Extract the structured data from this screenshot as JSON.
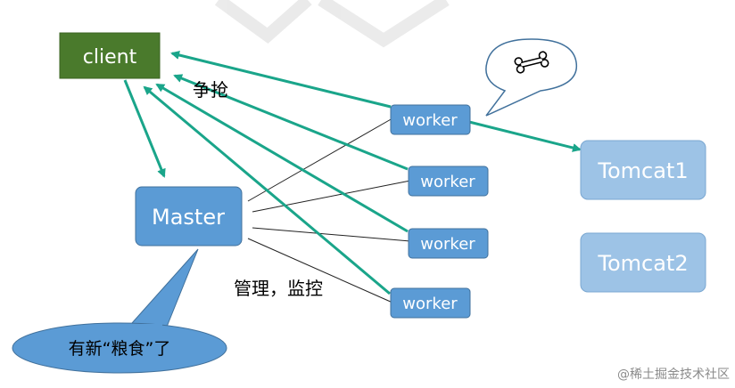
{
  "nodes": {
    "client": "client",
    "master": "Master",
    "worker_1": "worker",
    "worker_2": "worker",
    "worker_3": "worker",
    "worker_4": "worker",
    "tomcat1": "Tomcat1",
    "tomcat2": "Tomcat2"
  },
  "labels": {
    "compete": "争抢",
    "manage": "管理，监控",
    "new_food": "有新“粮食”了"
  },
  "watermark": "@稀土掘金技术社区",
  "colors": {
    "client_fill": "#4a7a2c",
    "node_fill": "#5b9bd5",
    "tomcat_fill": "#9dc3e6",
    "arrow": "#1aa58a",
    "callout": "#5b9bd5"
  },
  "icons": {
    "bone": "bone-icon"
  }
}
